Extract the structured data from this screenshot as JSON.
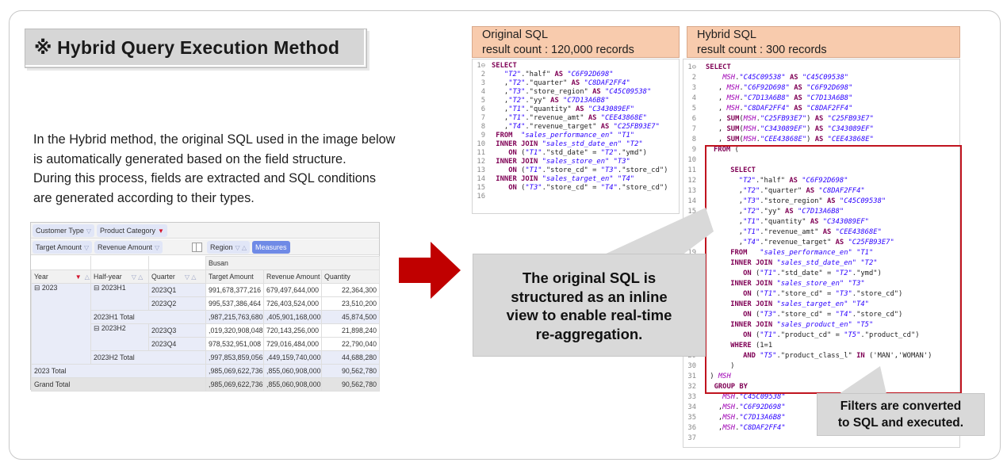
{
  "title": "※ Hybrid Query Execution Method",
  "description": {
    "line1": "In the Hybrid method, the original SQL used in the image below",
    "line2": "is automatically generated based on the field structure.",
    "line3": "During this process, fields are extracted and SQL conditions",
    "line4": "are generated according to their types."
  },
  "pivot": {
    "filter_chips": [
      "Customer Type",
      "Product Category"
    ],
    "value_chips": [
      "Target Amount",
      "Revenue Amount"
    ],
    "column_chips": [
      "Region",
      "Measures"
    ],
    "region_value": "Busan",
    "headers": [
      "Year",
      "Half-year",
      "Quarter",
      "Target Amount",
      "Revenue Amount",
      "Quantity"
    ],
    "rows": [
      {
        "year": "⊟ 2023",
        "half": "⊟ 2023H1",
        "quarter": "2023Q1",
        "target": "991,678,377,216",
        "revenue": "679,497,644,000",
        "qty": "22,364,300"
      },
      {
        "year": "",
        "half": "",
        "quarter": "2023Q2",
        "target": "995,537,386,464",
        "revenue": "726,403,524,000",
        "qty": "23,510,200"
      },
      {
        "year": "",
        "half": "2023H1 Total",
        "quarter": "",
        "target": ",987,215,763,680",
        "revenue": ",405,901,168,000",
        "qty": "45,874,500"
      },
      {
        "year": "",
        "half": "⊟ 2023H2",
        "quarter": "2023Q3",
        "target": ",019,320,908,048",
        "revenue": "720,143,256,000",
        "qty": "21,898,240"
      },
      {
        "year": "",
        "half": "",
        "quarter": "2023Q4",
        "target": "978,532,951,008",
        "revenue": "729,016,484,000",
        "qty": "22,790,040"
      },
      {
        "year": "",
        "half": "2023H2 Total",
        "quarter": "",
        "target": ",997,853,859,056",
        "revenue": ",449,159,740,000",
        "qty": "44,688,280"
      },
      {
        "year": "2023 Total",
        "half": "",
        "quarter": "",
        "target": ",985,069,622,736",
        "revenue": ",855,060,908,000",
        "qty": "90,562,780"
      },
      {
        "year": "Grand Total",
        "half": "",
        "quarter": "",
        "target": ",985,069,622,736",
        "revenue": ",855,060,908,000",
        "qty": "90,562,780"
      }
    ]
  },
  "original_sql": {
    "title": "Original SQL",
    "count": "result count : 120,000 records"
  },
  "hybrid_sql": {
    "title": "Hybrid SQL",
    "count": "result count :  300 records"
  },
  "callout1": {
    "line1": "The original SQL is",
    "line2": "structured as an inline",
    "line3": "view to enable real-time",
    "line4": "re-aggregation."
  },
  "callout2": {
    "line1": "Filters are converted",
    "line2": "to SQL and executed."
  },
  "colors": {
    "header_bg": "#f8cbad",
    "red_highlight": "#c0141f",
    "arrow": "#c00000",
    "keyword": "#7f0055",
    "string": "#2a00ff",
    "alias": "#9f00b5"
  }
}
